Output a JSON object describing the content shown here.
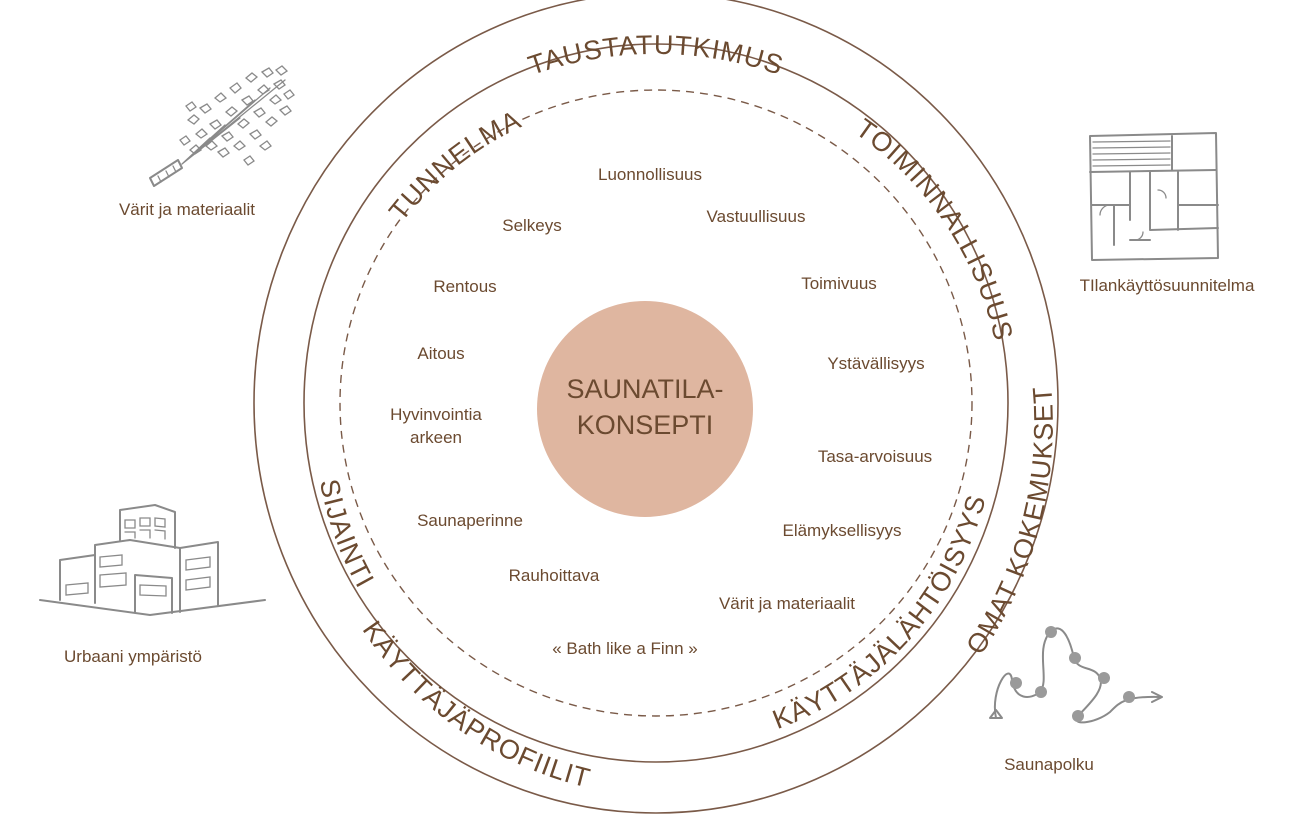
{
  "center": {
    "line1": "SAUNATILA-",
    "line2": "KONSEPTI"
  },
  "arc_labels": {
    "taustatutkimus": "TAUSTATUTKIMUS",
    "tunnelma": "TUNNELMA",
    "toiminnallisuus": "TOIMINNALLISUUS",
    "omat_kokemukset": "OMAT KOKEMUKSET",
    "kayttajalahtoisyys": "KÄYTTÄJÄLÄHTÖISYYS",
    "kayttajaprofiilit": "KÄYTTÄJÄPROFIILIT",
    "sijainti": "SIJAINTI"
  },
  "keywords": {
    "luonnollisuus": "Luonnollisuus",
    "selkeys": "Selkeys",
    "vastuullisuus": "Vastuullisuus",
    "rentous": "Rentous",
    "toimivuus": "Toimivuus",
    "aitous": "Aitous",
    "ystavallisyys": "Ystävällisyys",
    "hyvinvointia_1": "Hyvinvointia",
    "hyvinvointia_2": "arkeen",
    "tasa_arvoisuus": "Tasa-arvoisuus",
    "saunaperinne": "Saunaperinne",
    "elamyksellisyys": "Elämyksellisyys",
    "rauhoittava": "Rauhoittava",
    "varit_inner": "Värit ja materiaalit",
    "bath_like_a_finn": "« Bath like a Finn »"
  },
  "corner_labels": {
    "top_left": "Värit ja materiaalit",
    "top_right": "TIlankäyttösuunnitelma",
    "bottom_left": "Urbaani ympäristö",
    "bottom_right": "Saunapolku"
  },
  "colors": {
    "accent": "#dfb6a0",
    "text": "#6b4a30",
    "ring": "#7a5a48",
    "sketch": "#8a8a8a"
  },
  "icons": {
    "top_left": "vihta-icon",
    "top_right": "floor-plan-icon",
    "bottom_left": "buildings-icon",
    "bottom_right": "path-icon"
  }
}
